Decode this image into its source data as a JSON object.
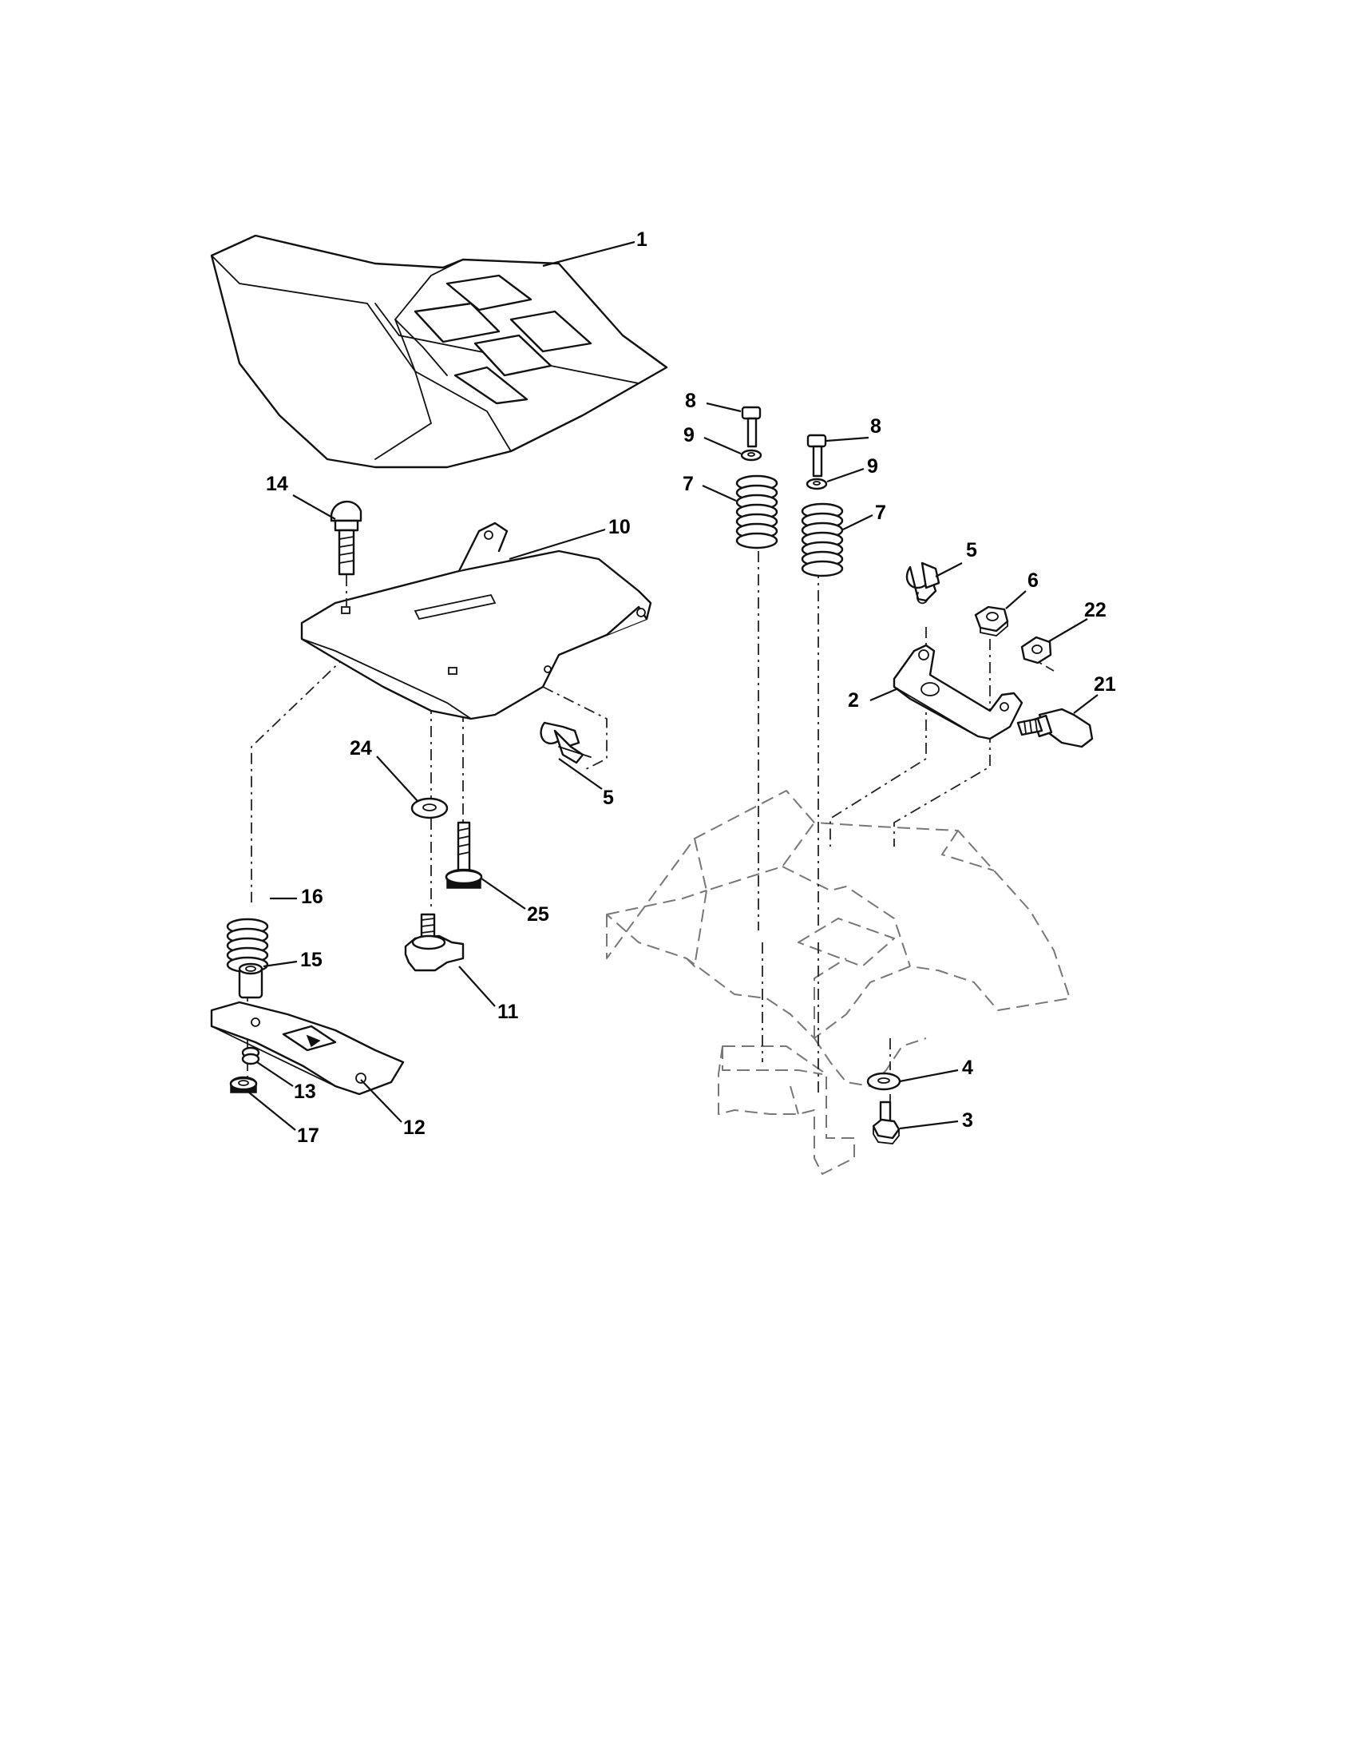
{
  "callouts": {
    "c1": "1",
    "c2": "2",
    "c3": "3",
    "c4": "4",
    "c5a": "5",
    "c5b": "5",
    "c6": "6",
    "c7a": "7",
    "c7b": "7",
    "c8a": "8",
    "c8b": "8",
    "c9a": "9",
    "c9b": "9",
    "c10": "10",
    "c11": "11",
    "c12": "12",
    "c13": "13",
    "c14": "14",
    "c15": "15",
    "c16": "16",
    "c17": "17",
    "c21": "21",
    "c22": "22",
    "c24": "24",
    "c25": "25"
  }
}
